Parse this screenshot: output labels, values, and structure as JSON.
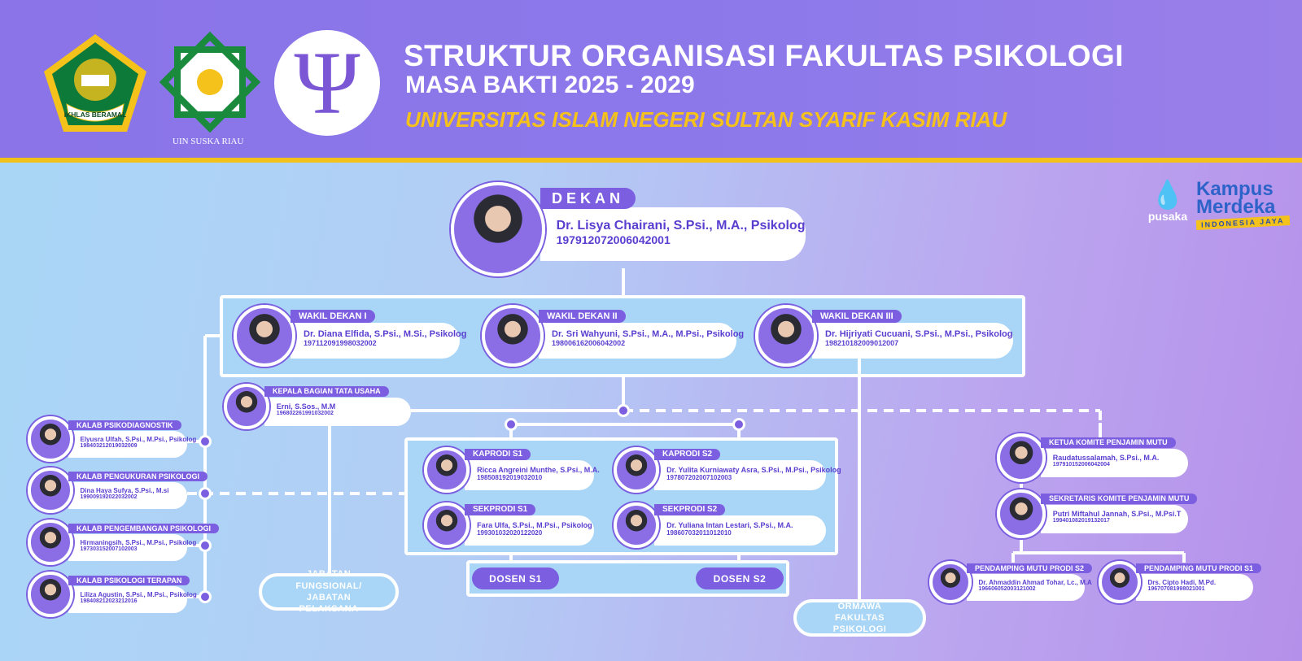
{
  "header": {
    "title": "STRUKTUR ORGANISASI FAKULTAS PSIKOLOGI",
    "subtitle": "MASA BAKTI 2025 - 2029",
    "university": "UNIVERSITAS ISLAM NEGERI SULTAN SYARIF KASIM RIAU",
    "uin_logo_text": "UIN SUSKA RIAU",
    "kemenag_logo_text": "IKHLAS BERAMAL",
    "psi_symbol": "Ψ"
  },
  "partner_logos": {
    "pusaka": "pusaka",
    "kampus_merdeka": "Kampus Merdeka",
    "kampus_merdeka_tagline": "INDONESIA JAYA"
  },
  "people": [
    {
      "role": "DEKAN",
      "name": "Dr. Lisya Chairani, S.Psi., M.A., Psikolog",
      "nip": "197912072006042001"
    },
    {
      "role": "WAKIL DEKAN I",
      "name": "Dr. Diana Elfida, S.Psi., M.Si., Psikolog",
      "nip": "197112091998032002"
    },
    {
      "role": "WAKIL DEKAN II",
      "name": "Dr. Sri Wahyuni, S.Psi., M.A., M.Psi., Psikolog",
      "nip": "198006162006042002"
    },
    {
      "role": "WAKIL DEKAN III",
      "name": "Dr. Hijriyati Cucuani, S.Psi., M.Psi., Psikolog",
      "nip": "198210182009012007"
    },
    {
      "role": "KEPALA BAGIAN TATA USAHA",
      "name": "Erni, S.Sos., M.M",
      "nip": "196802261991032002"
    },
    {
      "role": "KALAB PSIKODIAGNOSTIK",
      "name": "Elyusra Ulfah, S.Psi., M.Psi., Psikolog",
      "nip": "198403212019032009"
    },
    {
      "role": "KALAB PENGUKURAN PSIKOLOGI",
      "name": "Dina Haya Sufya, S.Psi., M.si",
      "nip": "199009192022032002"
    },
    {
      "role": "KALAB PENGEMBANGAN PSIKOLOGI",
      "name": "Hirmaningsih, S.Psi., M.Psi., Psikolog",
      "nip": "197303152007102003"
    },
    {
      "role": "KALAB PSIKOLOGI TERAPAN",
      "name": "Liliza Agustin, S.Psi., M.Psi., Psikolog",
      "nip": "198408212023212016"
    },
    {
      "role": "KAPRODI S1",
      "name": "Ricca Angreini Munthe, S.Psi., M.A.",
      "nip": "198508192019032010"
    },
    {
      "role": "KAPRODI S2",
      "name": "Dr. Yulita Kurniawaty Asra, S.Psi., M.Psi., Psikolog",
      "nip": "197807202007102003"
    },
    {
      "role": "SEKPRODI S1",
      "name": "Fara Ulfa, S.Psi., M.Psi., Psikolog",
      "nip": "199301032020122020"
    },
    {
      "role": "SEKPRODI S2",
      "name": "Dr. Yuliana Intan Lestari, S.Psi., M.A.",
      "nip": "198607032011012010"
    },
    {
      "role": "KETUA KOMITE PENJAMIN MUTU",
      "name": "Raudatussalamah, S.Psi., M.A.",
      "nip": "197910152006042004"
    },
    {
      "role": "SEKRETARIS KOMITE PENJAMIN MUTU",
      "name": "Putri Miftahul Jannah, S.Psi., M.Psi.T",
      "nip": "199401082019132017"
    },
    {
      "role": "PENDAMPING MUTU PRODI S2",
      "name": "Dr. Ahmaddin Ahmad Tohar, Lc., M.A",
      "nip": "196606052003121002"
    },
    {
      "role": "PENDAMPING MUTU PRODI S1",
      "name": "Drs. Cipto Hadi, M.Pd.",
      "nip": "196707081998021001"
    }
  ],
  "units": {
    "dosen_s1": "DOSEN S1",
    "dosen_s2": "DOSEN S2",
    "jabatan": "JABATAN FUNGSIONAL/ JABATAN PELAKSANA",
    "ormawa": "ORMAWA FAKULTAS PSIKOLOGI"
  },
  "colors": {
    "primary": "#7b5fe0",
    "accent": "#f2c21b",
    "box": "#a9d6f6"
  }
}
